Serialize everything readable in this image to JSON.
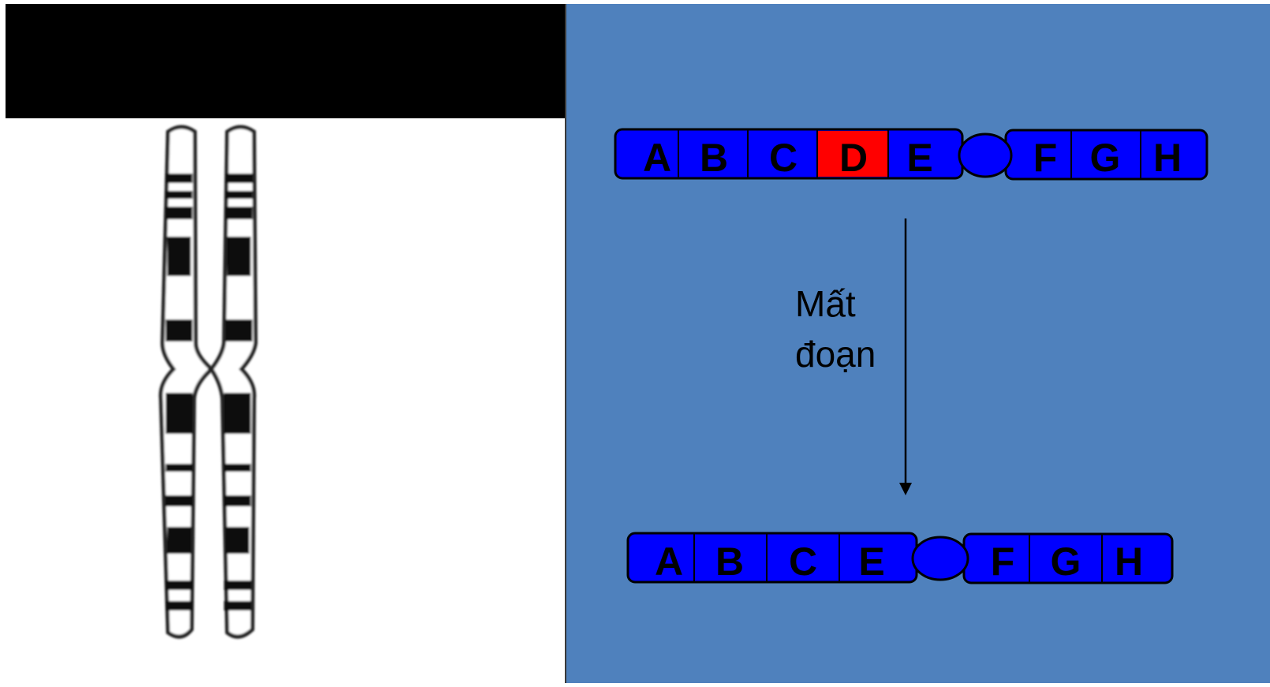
{
  "top_chromosome": {
    "arm_left": [
      "A",
      "B",
      "C",
      "D",
      "E"
    ],
    "arm_right": [
      "F",
      "G",
      "H"
    ],
    "deleted_segment": "D"
  },
  "bottom_chromosome": {
    "arm_left": [
      "A",
      "B",
      "C",
      "E"
    ],
    "arm_right": [
      "F",
      "G",
      "H"
    ]
  },
  "arrow_label": {
    "line1": "Mất",
    "line2": "đoạn"
  },
  "colors": {
    "panel_background": "#4f81bd",
    "gene_fill": "#0000ff",
    "deleted_fill": "#ff0000",
    "outline": "#000000"
  }
}
